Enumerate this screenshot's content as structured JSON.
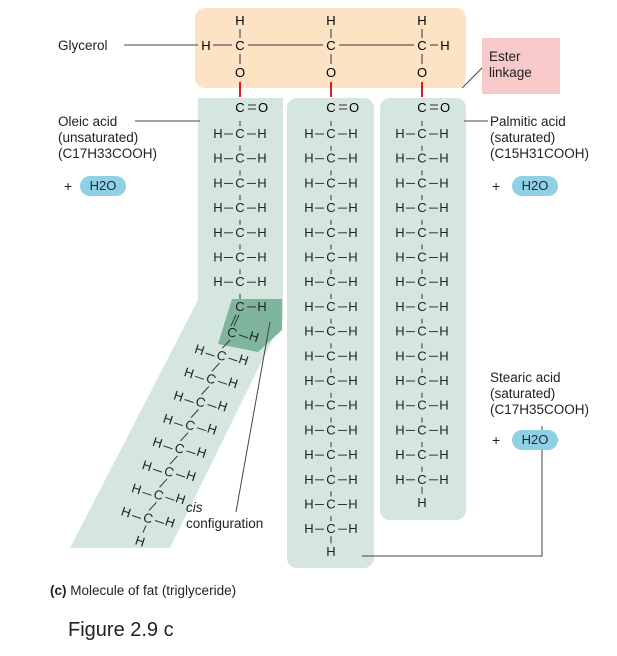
{
  "labels": {
    "glycerol": "Glycerol",
    "ester_linkage": [
      "Ester",
      "linkage"
    ],
    "oleic": [
      "Oleic acid",
      "(unsaturated)",
      "(C17H33COOH)"
    ],
    "palmitic": [
      "Palmitic acid",
      "(saturated)",
      "(C15H31COOH)"
    ],
    "stearic": [
      "Stearic acid",
      "(saturated)",
      "(C17H35COOH)"
    ],
    "cis": [
      "cis",
      "configuration"
    ],
    "water": "H2O",
    "plus": "+"
  },
  "caption": {
    "part": "(c)",
    "text": "Molecule of fat (triglyceride)"
  },
  "figure_label": "Figure 2.9 c",
  "colors": {
    "glycerol_bg": "#fbe3c4",
    "chain_bg": "#d5e6df",
    "cis_highlight": "#7fb59d",
    "ester_bg": "#f7c9c9",
    "ester_bond": "#d62020",
    "water_bg": "#8fd0e4"
  },
  "atoms": {
    "h": "H",
    "c": "C",
    "o": "O"
  },
  "counts": {
    "palmitic_ch_units": 15,
    "stearic_ch_units": 17,
    "oleic_straight_units": 7,
    "oleic_bent_units": 9
  }
}
